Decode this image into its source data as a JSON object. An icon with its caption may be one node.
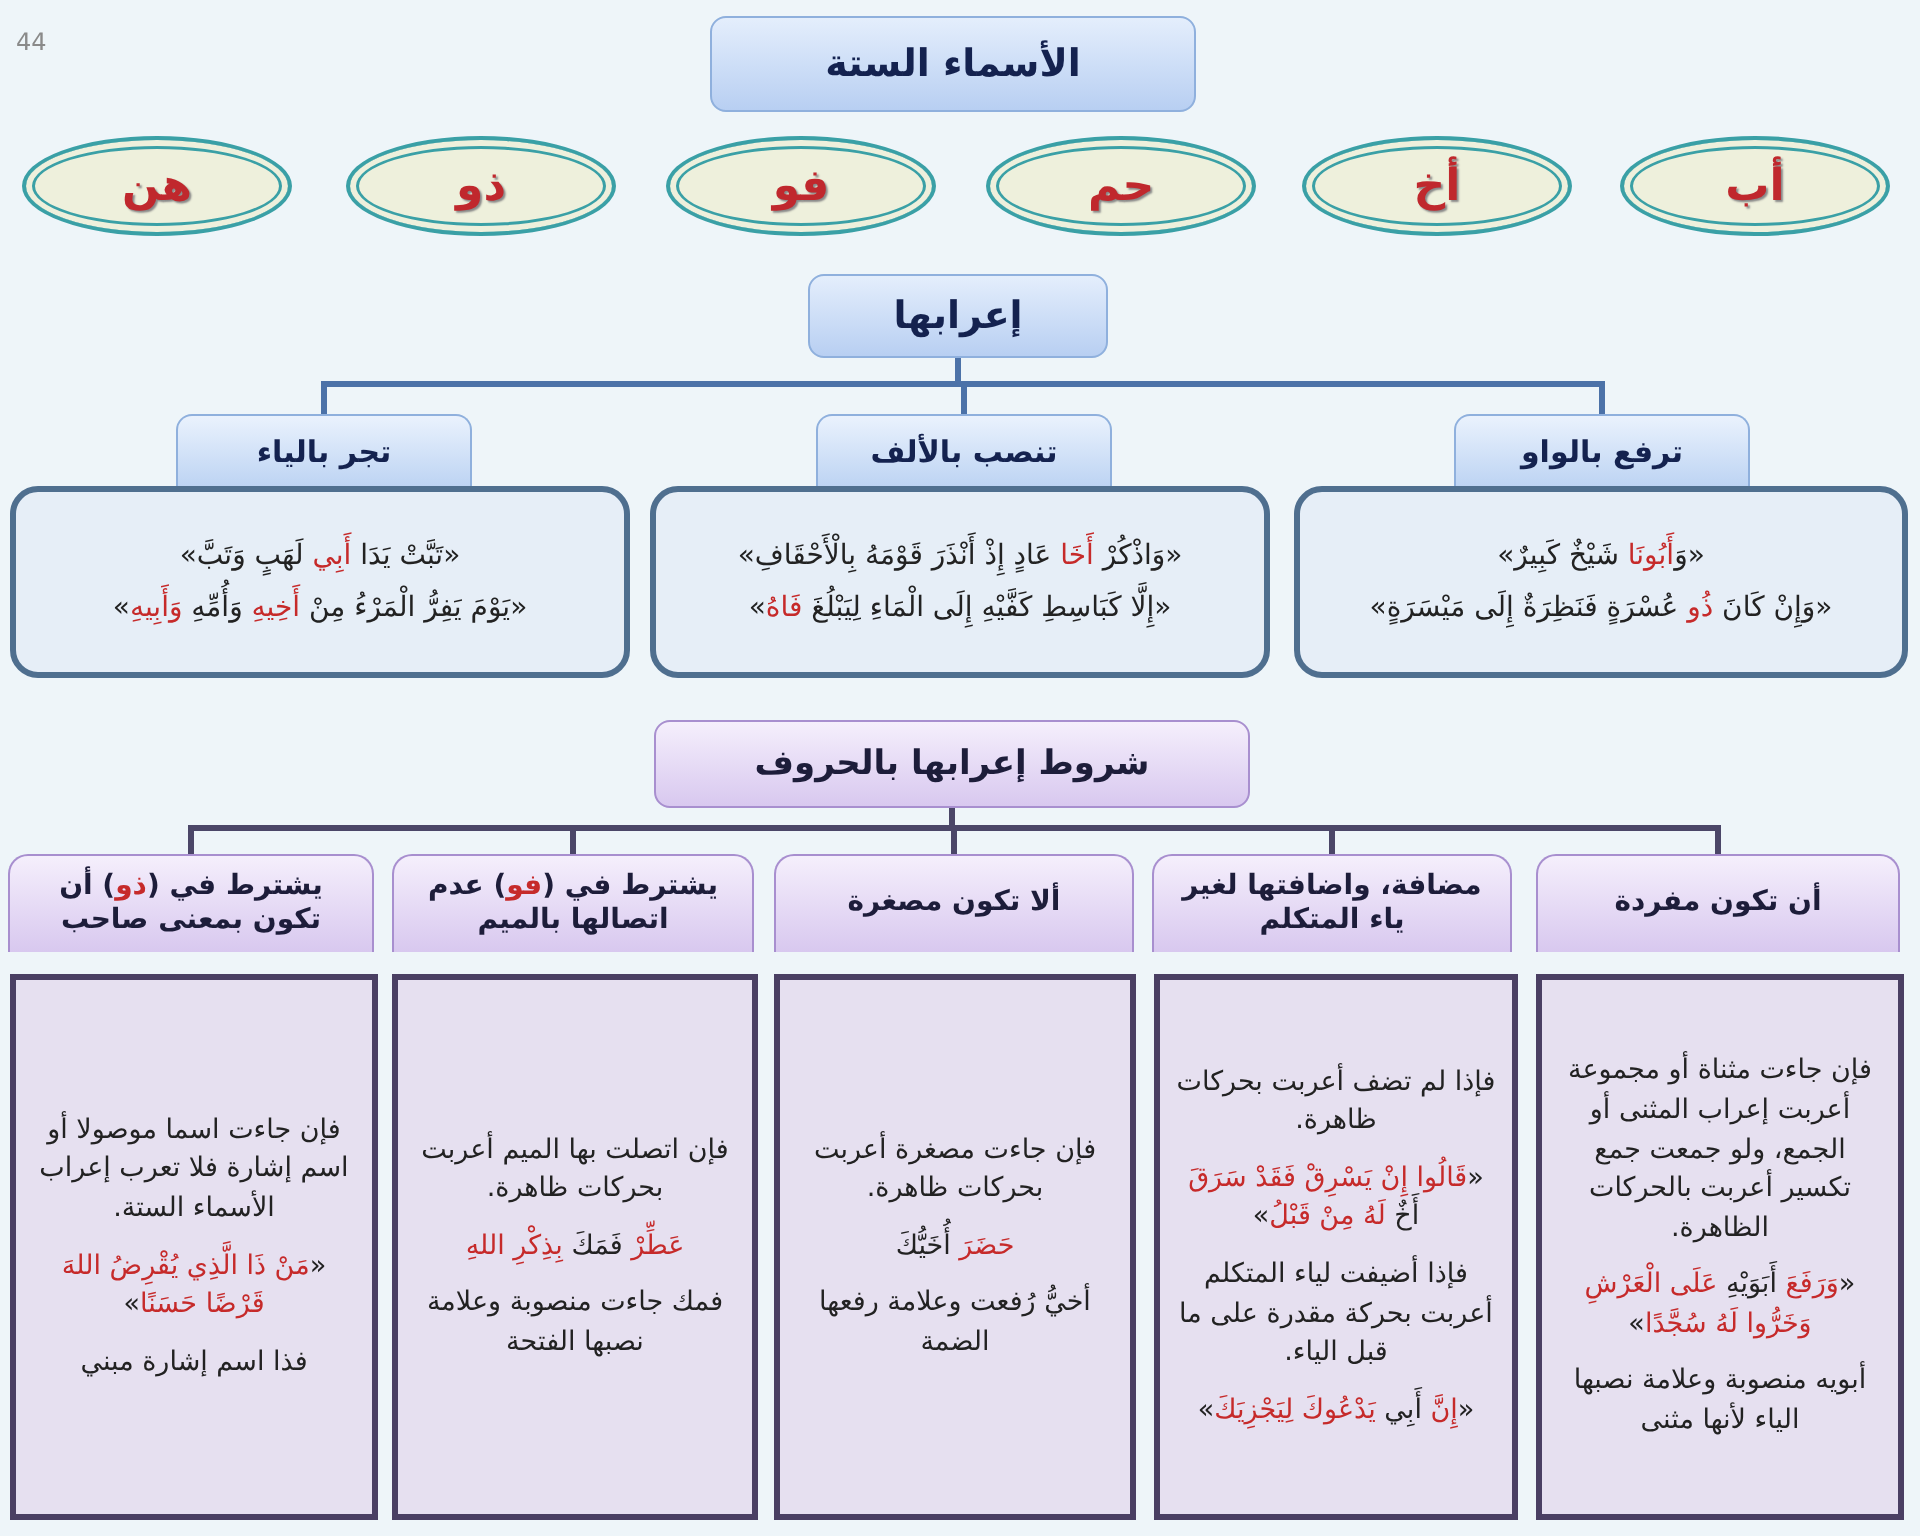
{
  "diagram": {
    "nodes": [
      {
        "text": [
          "الأسماء الستة"
        ]
      },
      {
        "text": [
          "أب"
        ]
      },
      {
        "text": [
          "أخ"
        ]
      },
      {
        "text": [
          "حم"
        ]
      },
      {
        "text": [
          "فو"
        ]
      },
      {
        "text": [
          "ذو"
        ]
      },
      {
        "text": [
          "هن"
        ]
      },
      {
        "text": [
          "إعرابها"
        ]
      },
      {
        "text": [
          "ترفع بالواو"
        ]
      },
      {
        "text": [
          "«وَ*أَبُونَا* شَيْخٌ كَبِيرٌ»",
          "«وَإِنْ كَانَ *ذُو* عُسْرَةٍ فَنَظِرَةٌ إِلَى مَيْسَرَةٍ»"
        ]
      },
      {
        "text": [
          "تنصب بالألف"
        ]
      },
      {
        "text": [
          "«وَاذْكُرْ *أَخَا* عَادٍ إِذْ أَنْذَرَ قَوْمَهُ بِالْأَحْقَافِ»",
          "«إِلَّا كَبَاسِطِ كَفَّيْهِ إِلَى الْمَاءِ لِيَبْلُغَ *فَاهُ*»"
        ]
      },
      {
        "text": [
          "تجر بالياء"
        ]
      },
      {
        "text": [
          "«تَبَّتْ يَدَا *أَبِي* لَهَبٍ وَتَبَّ»",
          "«يَوْمَ يَفِرُّ الْمَرْءُ مِنْ *أَخِيهِ* وَأُمِّهِ *وَأَبِيهِ*»"
        ]
      },
      {
        "text": [
          "شروط إعرابها بالحروف"
        ]
      },
      {
        "text": [
          "أن تكون مفردة"
        ]
      },
      {
        "text": [
          "فإن جاءت مثناة أو مجموعة أعربت إعراب المثنى أو الجمع، ولو جمعت جمع تكسير أعربت بالحركات الظاهرة.",
          "«*وَرَفَعَ* أَبَوَيْهِ *عَلَى الْعَرْشِ وَخَرُّوا لَهُ سُجَّدًا*»",
          "أبويه منصوبة وعلامة نصبها الياء لأنها مثنى"
        ]
      },
      {
        "text": [
          "مضافة، واضافتها لغير ياء المتكلم"
        ]
      },
      {
        "text": [
          "فإذا لم تضف أعربت بحركات ظاهرة.",
          "«*قَالُوا إِنْ يَسْرِقْ فَقَدْ سَرَقَ* أَخٌ *لَهُ مِنْ قَبْلُ*»",
          "فإذا أضيفت لياء المتكلم أعربت بحركة مقدرة على ما قبل الياء.",
          "«*إِنَّ* أَبِي *يَدْعُوكَ لِيَجْزِيَكَ*»"
        ]
      },
      {
        "text": [
          "ألا تكون مصغرة"
        ]
      },
      {
        "text": [
          "فإن جاءت مصغرة أعربت بحركات ظاهرة.",
          "*حَضَرَ* أُخَيُّكَ",
          "أخيُّ رُفعت وعلامة رفعها الضمة"
        ]
      },
      {
        "text": [
          "يشترط في (*فو*) عدم اتصالها بالميم"
        ]
      },
      {
        "text": [
          "فإن اتصلت بها الميم أعربت بحركات ظاهرة.",
          "*عَطِّرْ* فَمَكَ *بِذِكْرِ اللهِ*",
          "فمك جاءت منصوبة وعلامة نصبها الفتحة"
        ]
      },
      {
        "text": [
          "يشترط في (*ذو*) أن تكون بمعنى صاحب"
        ]
      },
      {
        "text": [
          "فإن جاءت اسما موصولا أو اسم إشارة فلا تعرب إعراب الأسماء الستة.",
          "«*مَنْ ذَا الَّذِي يُقْرِضُ اللهَ قَرْضًا حَسَنًا*»",
          "فذا اسم إشارة مبني"
        ]
      }
    ],
    "edges": [
      {
        "from": 7,
        "to": 8,
        "arrow": "none"
      },
      {
        "from": 7,
        "to": 10,
        "arrow": "none"
      },
      {
        "from": 7,
        "to": 12,
        "arrow": "none"
      },
      {
        "from": 14,
        "to": 15,
        "arrow": "none"
      },
      {
        "from": 14,
        "to": 17,
        "arrow": "none"
      },
      {
        "from": 14,
        "to": 19,
        "arrow": "none"
      },
      {
        "from": 14,
        "to": 21,
        "arrow": "none"
      },
      {
        "from": 14,
        "to": 23,
        "arrow": "none"
      }
    ],
    "labels": [
      "44"
    ]
  }
}
